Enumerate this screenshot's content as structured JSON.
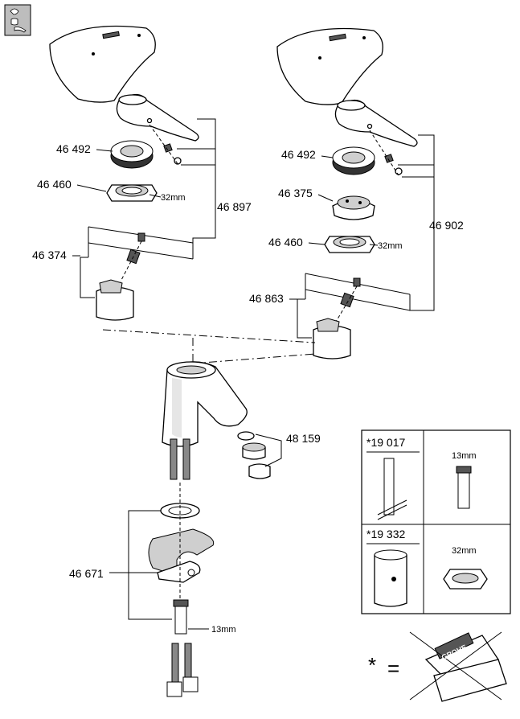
{
  "labels": {
    "left_cap": "46 492",
    "left_nut": "46 460",
    "left_nut_size": "32mm",
    "left_handle_kit": "46 897",
    "left_cartridge": "46 374",
    "right_cap": "46 492",
    "right_ring": "46 375",
    "right_nut": "46 460",
    "right_nut_size": "32mm",
    "right_handle_kit": "46 902",
    "right_cartridge": "46 863",
    "aerator": "48 159",
    "mounting": "46 671",
    "mount_size": "13mm"
  },
  "tools": {
    "tool1_number": "*19 017",
    "tool1_size": "13mm",
    "tool2_number": "*19 332",
    "tool2_size": "32mm"
  },
  "footer": {
    "asterisk": "*",
    "equals": "=",
    "brand": "GROHE"
  }
}
